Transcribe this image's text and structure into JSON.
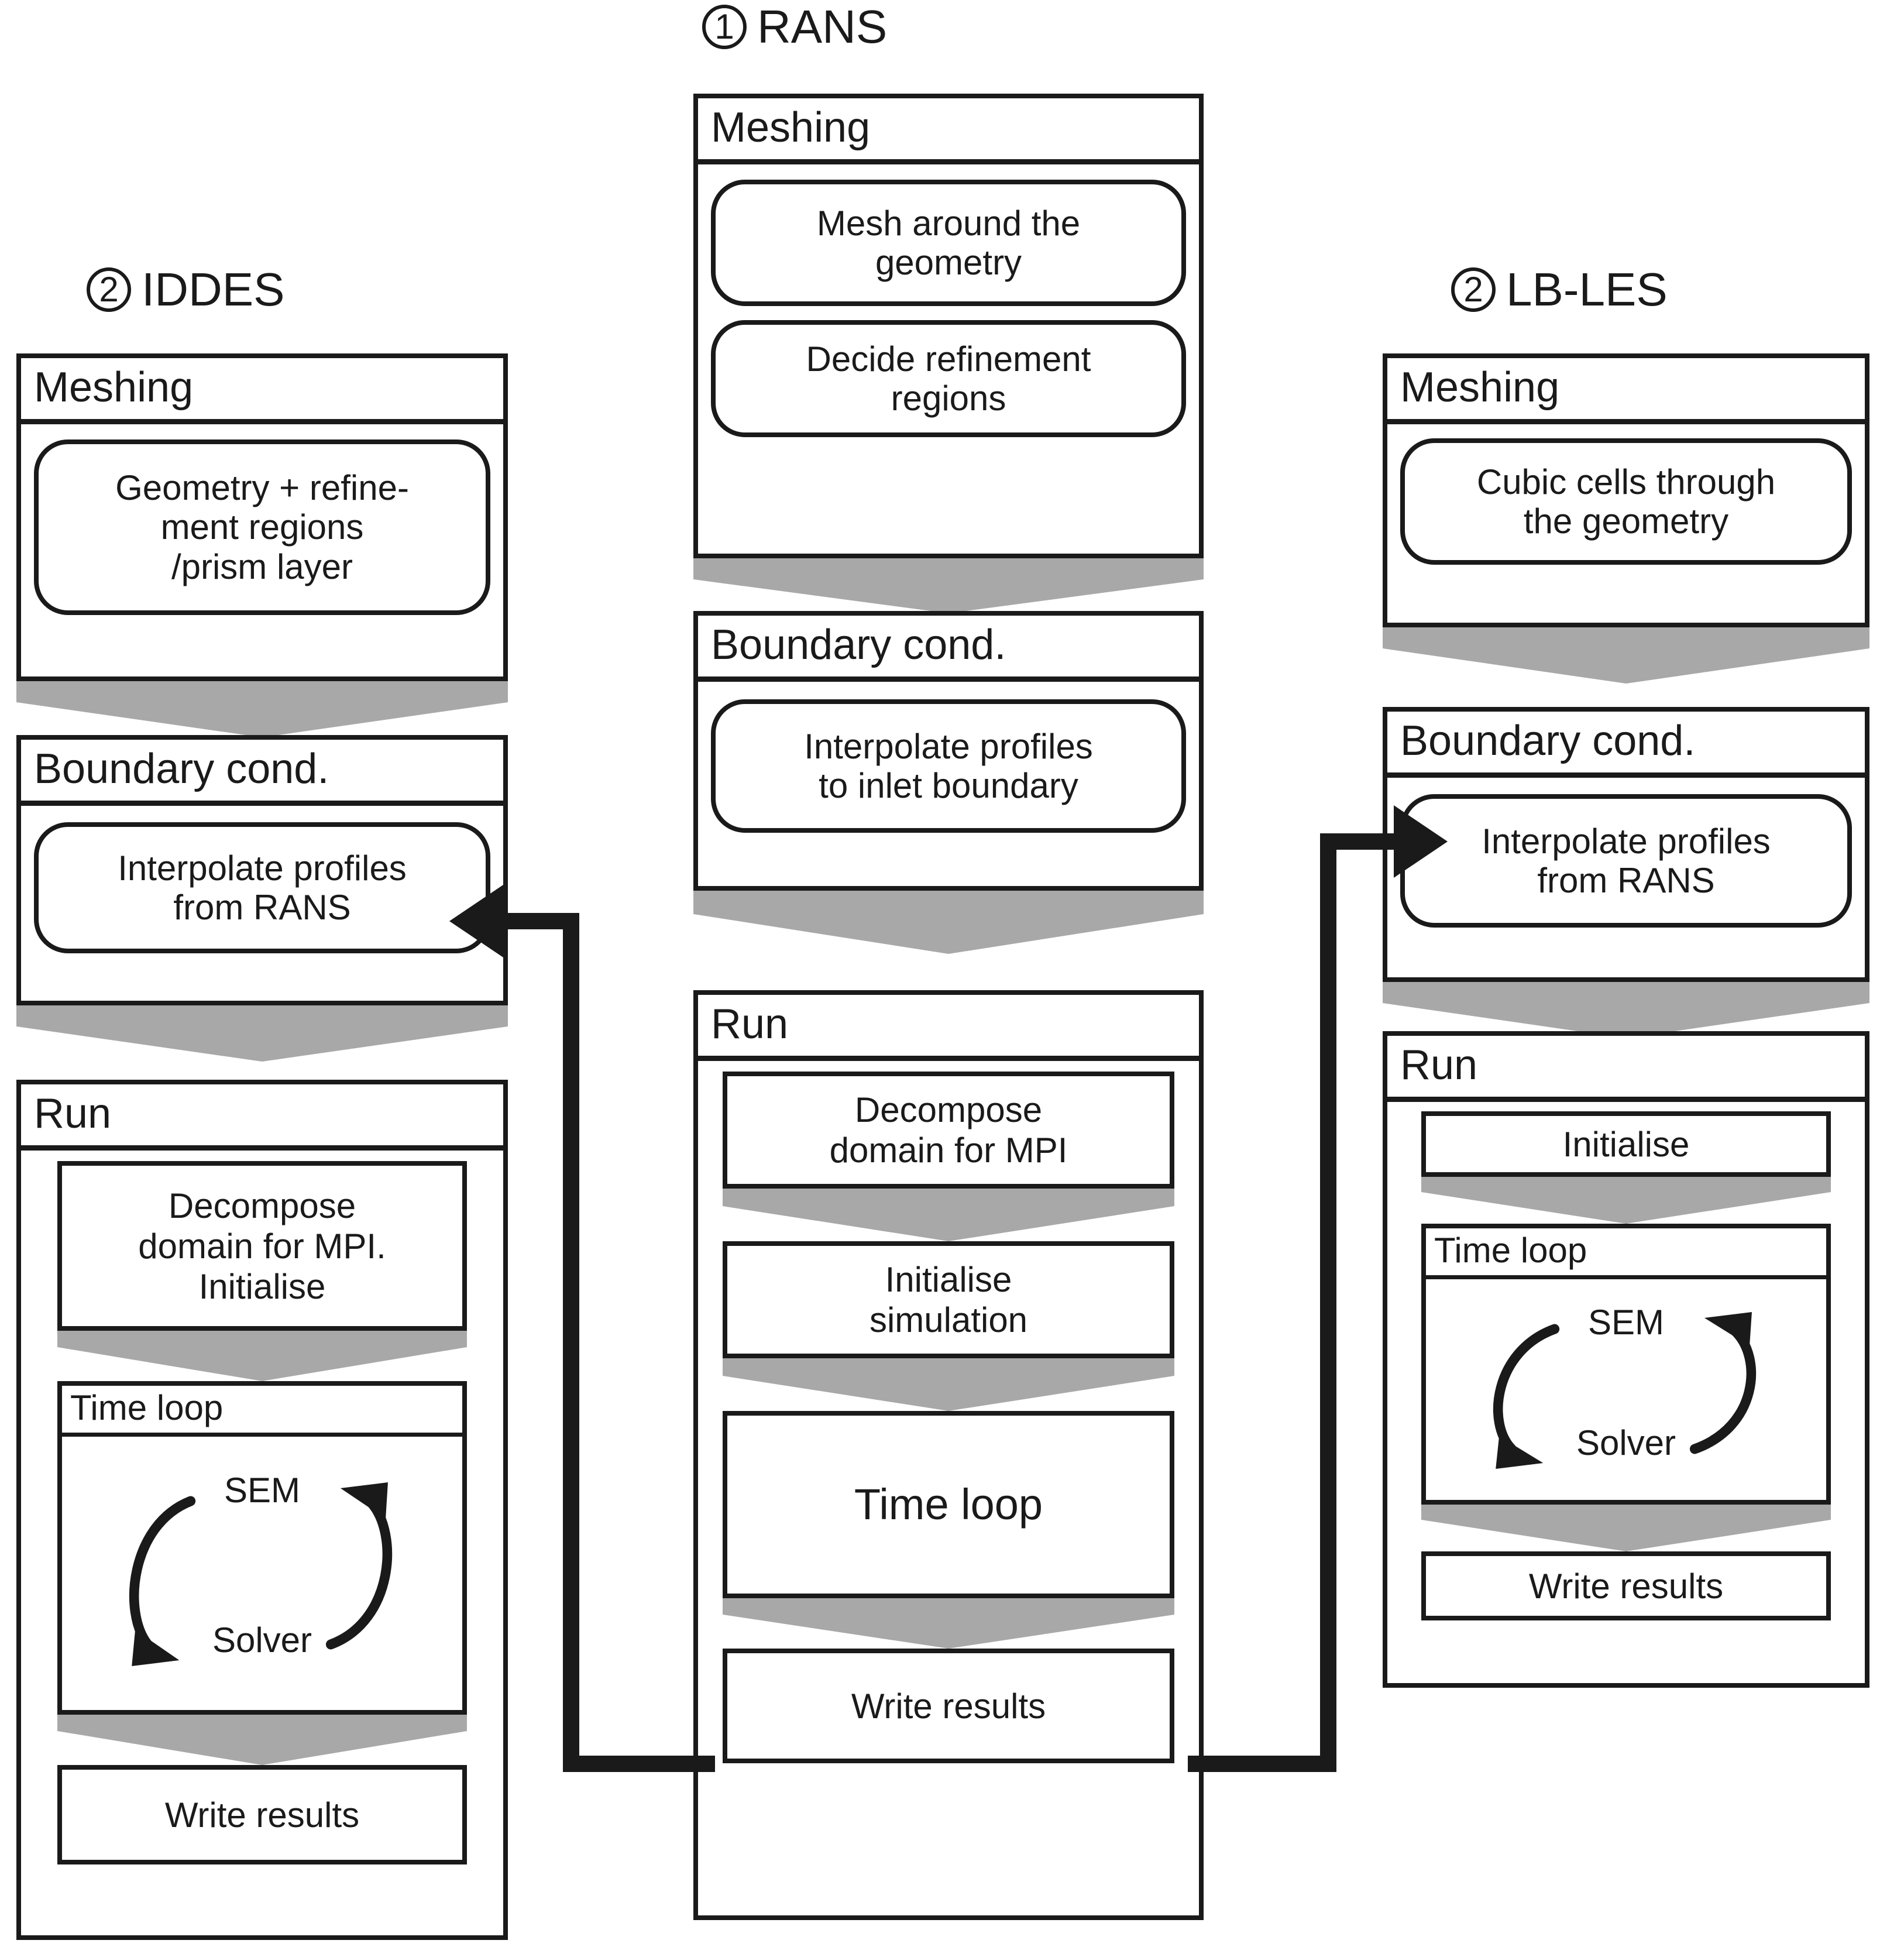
{
  "columns": {
    "left": {
      "number": "2",
      "title": "IDDES",
      "stages": [
        {
          "header": "Meshing",
          "nodes": [
            {
              "shape": "pill",
              "text": "Geometry + refine-\nment regions\n/prism layer"
            }
          ]
        },
        {
          "header": "Boundary cond.",
          "nodes": [
            {
              "shape": "pill",
              "text": "Interpolate profiles\nfrom RANS"
            }
          ]
        },
        {
          "header": "Run",
          "nodes": [
            {
              "shape": "rect",
              "text": "Decompose\ndomain for MPI.\nInitialise"
            },
            {
              "shape": "subframe",
              "header": "Time loop",
              "cycle": {
                "top": "SEM",
                "bottom": "Solver"
              }
            },
            {
              "shape": "rect",
              "text": "Write results"
            }
          ]
        }
      ]
    },
    "center": {
      "number": "1",
      "title": "RANS",
      "stages": [
        {
          "header": "Meshing",
          "nodes": [
            {
              "shape": "pill",
              "text": "Mesh around the\ngeometry"
            },
            {
              "shape": "pill",
              "text": "Decide refinement\nregions"
            }
          ]
        },
        {
          "header": "Boundary cond.",
          "nodes": [
            {
              "shape": "pill",
              "text": "Interpolate profiles\nto inlet boundary"
            }
          ]
        },
        {
          "header": "Run",
          "nodes": [
            {
              "shape": "rect",
              "text": "Decompose\ndomain for MPI"
            },
            {
              "shape": "rect",
              "text": "Initialise\nsimulation"
            },
            {
              "shape": "rect",
              "text": "Time loop"
            },
            {
              "shape": "rect",
              "text": "Write results"
            }
          ]
        }
      ]
    },
    "right": {
      "number": "2",
      "title": "LB-LES",
      "stages": [
        {
          "header": "Meshing",
          "nodes": [
            {
              "shape": "pill",
              "text": "Cubic cells through\nthe geometry"
            }
          ]
        },
        {
          "header": "Boundary cond.",
          "nodes": [
            {
              "shape": "pill",
              "text": "Interpolate profiles\nfrom RANS"
            }
          ]
        },
        {
          "header": "Run",
          "nodes": [
            {
              "shape": "rect",
              "text": "Initialise"
            },
            {
              "shape": "subframe",
              "header": "Time loop",
              "cycle": {
                "top": "SEM",
                "bottom": "Solver"
              }
            },
            {
              "shape": "rect",
              "text": "Write results"
            }
          ]
        }
      ]
    }
  },
  "connectors": [
    {
      "name": "rans-write-results-to-iddes-boundary",
      "from": "center.run.write_results",
      "to": "left.boundary_cond.interpolate",
      "direction": "left"
    },
    {
      "name": "rans-write-results-to-lbles-boundary",
      "from": "center.run.write_results",
      "to": "right.boundary_cond.interpolate",
      "direction": "right"
    }
  ],
  "colors": {
    "ink": "#1a1a1a",
    "arrow_grey": "#a8a8a8",
    "background": "#ffffff"
  }
}
